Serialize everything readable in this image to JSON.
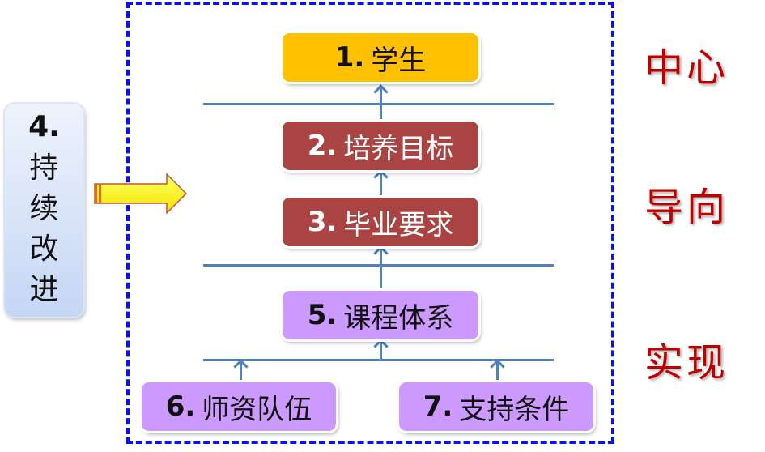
{
  "colors": {
    "frame_border": "#0a12f0",
    "connector": "#4f81bd",
    "student_box": "#fec000",
    "goal_box": "#aa4442",
    "support_box": "#cc99ff",
    "side_label": "#c00000",
    "improve_arrow": "#ffff00"
  },
  "boxes": {
    "student": {
      "num": "1.",
      "text": "学生"
    },
    "goals": {
      "num": "2.",
      "text": "培养目标"
    },
    "requirements": {
      "num": "3.",
      "text": "毕业要求"
    },
    "curriculum": {
      "num": "5.",
      "text": "课程体系"
    },
    "faculty": {
      "num": "6.",
      "text": "师资队伍"
    },
    "support": {
      "num": "7.",
      "text": "支持条件"
    }
  },
  "improvement": {
    "num": "4.",
    "chars": [
      "持",
      "续",
      "改",
      "进"
    ]
  },
  "side_labels": {
    "center": "中心",
    "orientation": "导向",
    "realization": "实现"
  }
}
